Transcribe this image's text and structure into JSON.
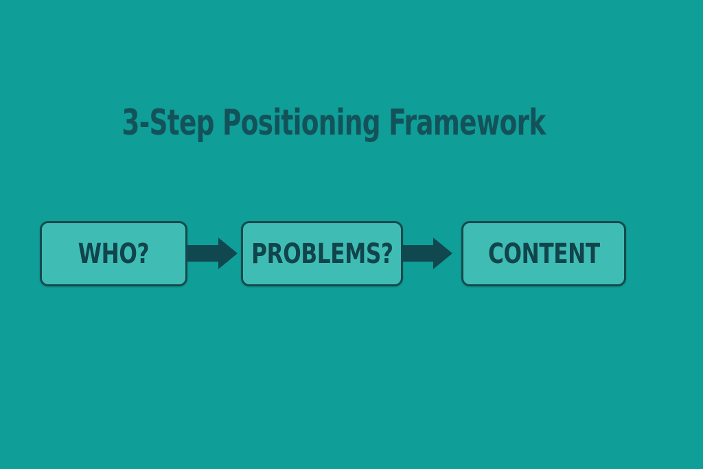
{
  "title": "3-Step Positioning Framework",
  "diagram": {
    "type": "flow",
    "boxes": [
      {
        "label": "WHO?"
      },
      {
        "label": "PROBLEMS?"
      },
      {
        "label": "CONTENT"
      }
    ],
    "connectors": [
      {
        "icon": "arrow-right-icon",
        "from": "WHO?",
        "to": "PROBLEMS?"
      },
      {
        "icon": "arrow-right-icon",
        "from": "PROBLEMS?",
        "to": "CONTENT"
      }
    ]
  },
  "colors": {
    "bg": "#0f9e98",
    "box-fill": "#3fbdb5",
    "box-border": "#16494e",
    "text-dark": "#11444b",
    "title": "#14525a",
    "arrow": "#114850"
  }
}
